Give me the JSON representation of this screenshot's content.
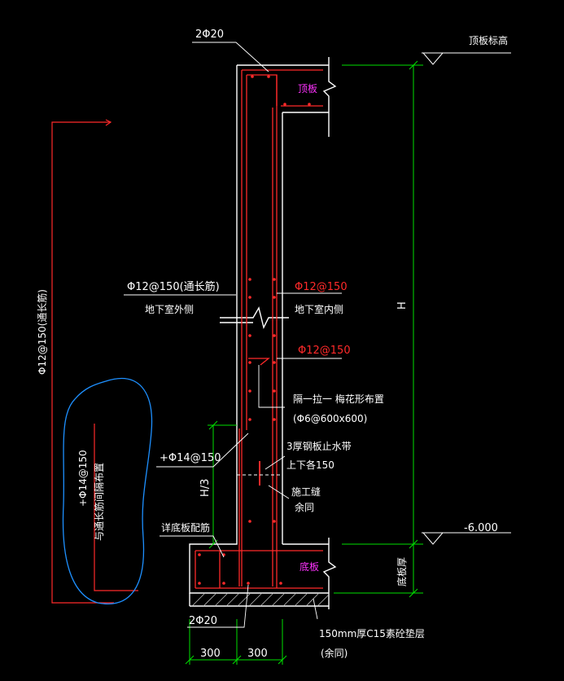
{
  "drawing": {
    "colors": {
      "background": "#000000",
      "outline": "#ffffff",
      "rebar": "#ff2a2a",
      "dimension": "#00e000",
      "slab_label": "#ff33ff",
      "cloud": "#1e90ff",
      "text": "#ffffff"
    },
    "labels": {
      "top_bars": "2Φ20",
      "top_elevation": "顶板标高",
      "top_slab": "顶板",
      "outer_vertical": "Φ12@150(通长筋)",
      "outer_side": "地下室外侧",
      "inner_vertical": "Φ12@150",
      "inner_side": "地下室内侧",
      "inner_horizontal": "Φ12@150",
      "tie_layout": "隔一拉一 梅花形布置",
      "tie_spec": "(Φ6@600x600)",
      "waterstop": "3厚钢板止水带",
      "waterstop_note": "上下各150",
      "added_bar": "+Φ14@150",
      "construction_joint": "施工缝",
      "construction_joint_note": "余同",
      "bottom_bar_ref": "详底板配筋",
      "bottom_slab": "底板",
      "slab_thickness": "底板厚",
      "bottom_bars": "2Φ20",
      "cushion": "150mm厚C15素砼垫层",
      "cushion_note": "(余同)",
      "dim_height": "H",
      "dim_h3": "H/3",
      "dim_left": "300",
      "dim_right": "300",
      "bottom_elevation": "-6.000",
      "left_long_bar": "Φ12@150(通长筋)",
      "cloud_bar": "+Φ14@150",
      "cloud_note": "与通长筋间隔布置"
    }
  }
}
